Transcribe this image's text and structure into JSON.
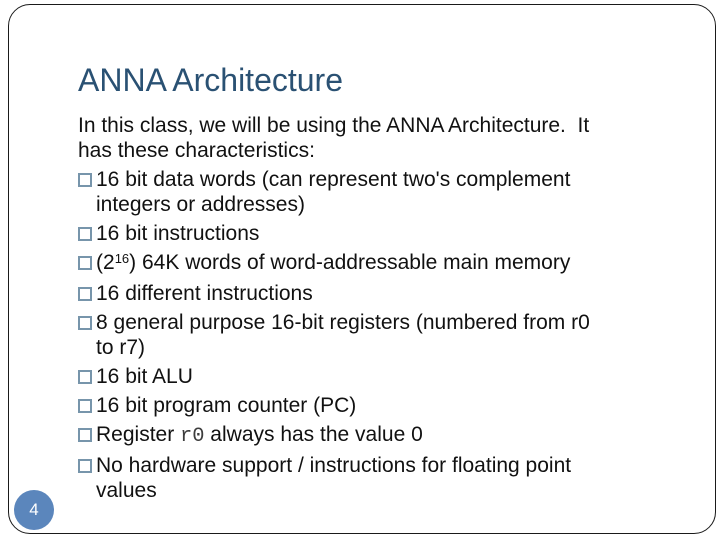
{
  "slide": {
    "title": "ANNA Architecture",
    "page_number": "4",
    "colors": {
      "title": "#2A5173",
      "body_text": "#111111",
      "bullet_border": "#7795AB",
      "badge_fill": "#5B86BC",
      "badge_text": "#FFFFFF",
      "frame_border": "#1A1A1A",
      "background": "#FFFFFF"
    },
    "intro_lines": [
      "In this class, we will be using the ANNA Architecture.  It",
      "has these characteristics:"
    ],
    "bullets": [
      {
        "lines": [
          [
            {
              "t": "16 bit data words (can represent two's complement"
            }
          ],
          [
            {
              "t": "integers or addresses)"
            }
          ]
        ]
      },
      {
        "lines": [
          [
            {
              "t": "16 bit instructions"
            }
          ]
        ]
      },
      {
        "lines": [
          [
            {
              "t": "(2"
            },
            {
              "t": "16",
              "sup": true
            },
            {
              "t": ") 64K words of word-addressable main memory"
            }
          ]
        ]
      },
      {
        "lines": [
          [
            {
              "t": "16 different instructions"
            }
          ]
        ]
      },
      {
        "lines": [
          [
            {
              "t": "8 general purpose 16-bit registers (numbered from r0"
            }
          ],
          [
            {
              "t": "to r7)"
            }
          ]
        ]
      },
      {
        "lines": [
          [
            {
              "t": "16 bit ALU"
            }
          ]
        ]
      },
      {
        "lines": [
          [
            {
              "t": "16 bit program counter (PC)"
            }
          ]
        ]
      },
      {
        "lines": [
          [
            {
              "t": "Register "
            },
            {
              "t": "r0",
              "mono": true
            },
            {
              "t": " always has the value 0"
            }
          ]
        ]
      },
      {
        "lines": [
          [
            {
              "t": "No hardware support / instructions for floating point"
            }
          ],
          [
            {
              "t": "values"
            }
          ]
        ]
      }
    ]
  }
}
